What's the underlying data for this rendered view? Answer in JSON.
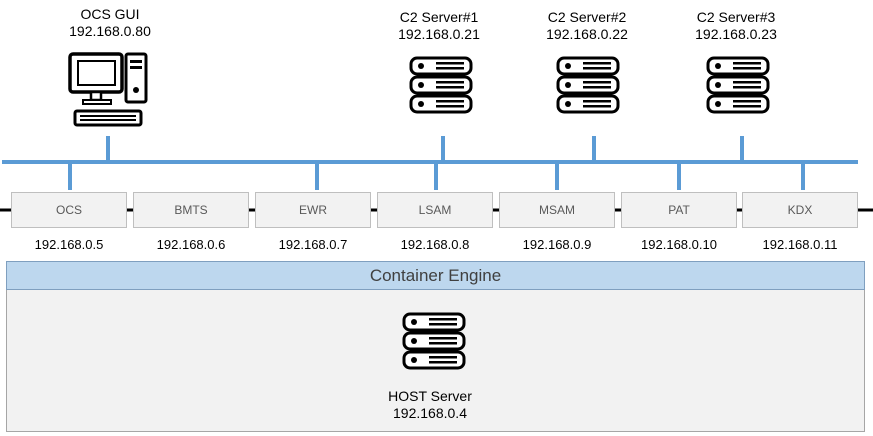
{
  "top_nodes": {
    "ocs_gui": {
      "name": "OCS GUI",
      "ip": "192.168.0.80",
      "icon": "desktop-computer-icon"
    },
    "c2_server_1": {
      "name": "C2 Server#1",
      "ip": "192.168.0.21",
      "icon": "server-icon"
    },
    "c2_server_2": {
      "name": "C2 Server#2",
      "ip": "192.168.0.22",
      "icon": "server-icon"
    },
    "c2_server_3": {
      "name": "C2 Server#3",
      "ip": "192.168.0.23",
      "icon": "server-icon"
    }
  },
  "containers": [
    {
      "name": "OCS",
      "ip": "192.168.0.5"
    },
    {
      "name": "BMTS",
      "ip": "192.168.0.6"
    },
    {
      "name": "EWR",
      "ip": "192.168.0.7"
    },
    {
      "name": "LSAM",
      "ip": "192.168.0.8"
    },
    {
      "name": "MSAM",
      "ip": "192.168.0.9"
    },
    {
      "name": "PAT",
      "ip": "192.168.0.10"
    },
    {
      "name": "KDX",
      "ip": "192.168.0.11"
    }
  ],
  "engine": {
    "title": "Container Engine"
  },
  "host": {
    "name": "HOST Server",
    "ip": "192.168.0.4",
    "icon": "server-icon"
  },
  "colors": {
    "network_line": "#5b9bd5",
    "engine_header": "#bdd7ee",
    "engine_body": "#f2f2f2"
  }
}
